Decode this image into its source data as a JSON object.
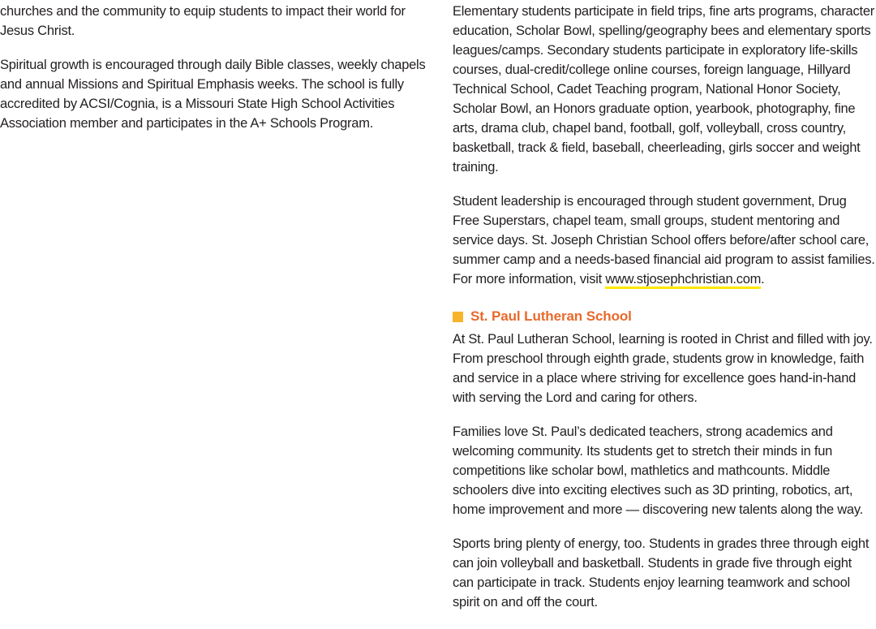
{
  "left_column": {
    "paragraphs": [
      "churches and the community to equip students to impact their world for Jesus Christ.",
      "Spiritual growth is encouraged through daily Bible classes, weekly chapels and annual Missions and Spiritual Emphasis weeks. The school is fully accredited by ACSI/Cognia, is a Missouri State High School Activities Association member and participates in the A+ Schools Program."
    ]
  },
  "right_column": {
    "paragraphs": [
      "Elementary students participate in field trips, fine arts programs, character education, Scholar Bowl, spelling/geography bees and elementary sports leagues/camps. Secondary students participate in exploratory life-skills courses, dual-credit/college online courses, foreign language, Hillyard Technical School, Cadet Teaching program, National Honor Society, Scholar Bowl, an Honors graduate option, yearbook, photography, fine arts, drama club, chapel band, football, golf, volleyball, cross country, basketball, track & field, baseball, cheerleading, girls soccer and weight training."
    ],
    "leadership_paragraph": {
      "text": "Student leadership is encouraged through student government, Drug Free Superstars, chapel team, small groups, student mentoring and service days. St. Joseph Christian  School offers before/after school care, summer camp and a needs-based financial aid program to assist families. For more information, visit ",
      "link": "www.stjosephchristian.com",
      "trailing": "."
    },
    "section": {
      "heading": "St. Paul Lutheran School",
      "paragraphs": [
        "At St. Paul Lutheran School, learning is rooted in Christ and filled with joy. From preschool through eighth grade, students grow in knowledge, faith and service in a place where striving for excellence goes hand-in-hand with serving the Lord and caring for others.",
        "Families love St. Paul’s dedicated teachers, strong academics and welcoming community. Its students get to stretch their minds in fun competitions like scholar bowl, mathletics and mathcounts. Middle schoolers dive into exciting electives such as 3D printing, robotics, art, home improvement and more — discovering new talents along the way.",
        "Sports bring plenty of energy, too. Students in grades three through eight can join volleyball and basketball. Students in grade five through eight can participate in track. Students enjoy learning teamwork and school spirit on and off the court."
      ]
    }
  },
  "colors": {
    "text": "#231f20",
    "heading": "#e8692a",
    "bullet": "#f7b52c",
    "link_underline": "#ffe800"
  }
}
